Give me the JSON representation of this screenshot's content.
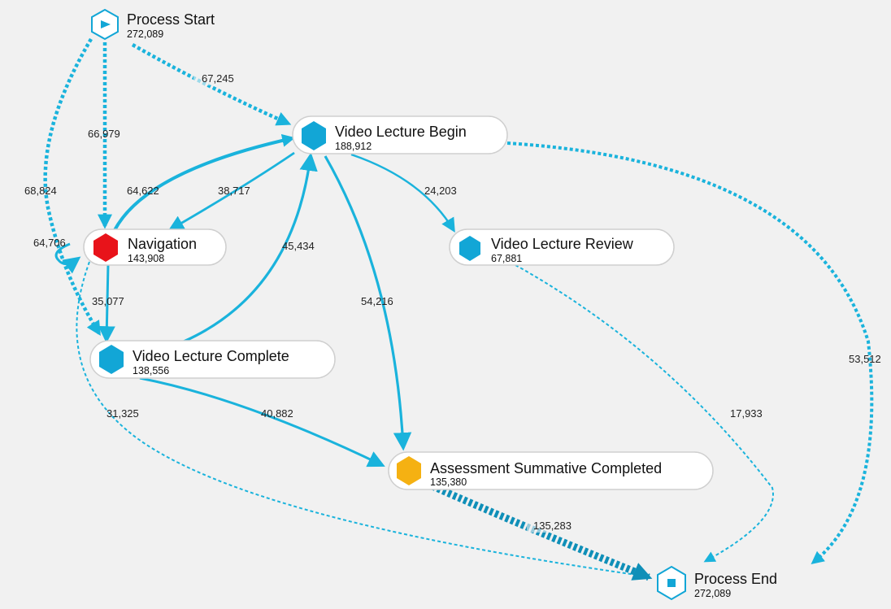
{
  "colors": {
    "edge": "#1ab3dc",
    "edge_dark": "#0f8fb8",
    "activity": "#12a6d6",
    "navigation": "#e8131a",
    "assessment": "#f5b112",
    "pill_fill": "#ffffff",
    "pill_stroke": "#cfcfcf",
    "background": "#f1f1f1"
  },
  "nodes": {
    "start": {
      "name": "Process Start",
      "count": "272,089",
      "icon": "play-hexagon-icon"
    },
    "vlb": {
      "name": "Video Lecture Begin",
      "count": "188,912",
      "icon": "blue-hexagon-icon"
    },
    "nav": {
      "name": "Navigation",
      "count": "143,908",
      "icon": "red-hexagon-icon"
    },
    "vlr": {
      "name": "Video Lecture Review",
      "count": "67,881",
      "icon": "blue-hexagon-icon"
    },
    "vlc": {
      "name": "Video Lecture Complete",
      "count": "138,556",
      "icon": "blue-hexagon-icon"
    },
    "asc": {
      "name": "Assessment Summative Completed",
      "count": "135,380",
      "icon": "orange-hexagon-icon"
    },
    "end": {
      "name": "Process End",
      "count": "272,089",
      "icon": "stop-hexagon-icon"
    }
  },
  "edges": [
    {
      "id": "start-vlb",
      "from": "Process Start",
      "to": "Video Lecture Begin",
      "label": "67,245",
      "style": "dashed"
    },
    {
      "id": "start-nav",
      "from": "Process Start",
      "to": "Navigation",
      "label": "66,979",
      "style": "dashed"
    },
    {
      "id": "start-vlc",
      "from": "Process Start",
      "to": "Video Lecture Complete",
      "label": "68,824",
      "style": "dashed"
    },
    {
      "id": "nav-vlb",
      "from": "Navigation",
      "to": "Video Lecture Begin",
      "label": "64,622",
      "style": "solid"
    },
    {
      "id": "vlb-nav",
      "from": "Video Lecture Begin",
      "to": "Navigation",
      "label": "38,717",
      "style": "solid"
    },
    {
      "id": "nav-loop",
      "from": "Navigation",
      "to": "Navigation",
      "label": "64,706",
      "style": "solid"
    },
    {
      "id": "nav-vlc",
      "from": "Navigation",
      "to": "Video Lecture Complete",
      "label": "35,077",
      "style": "solid"
    },
    {
      "id": "vlc-vlb",
      "from": "Video Lecture Complete",
      "to": "Video Lecture Begin",
      "label": "45,434",
      "style": "solid"
    },
    {
      "id": "vlb-vlr",
      "from": "Video Lecture Begin",
      "to": "Video Lecture Review",
      "label": "24,203",
      "style": "solid"
    },
    {
      "id": "vlb-asc",
      "from": "Video Lecture Begin",
      "to": "Assessment Summative Completed",
      "label": "54,216",
      "style": "solid"
    },
    {
      "id": "vlb-end",
      "from": "Video Lecture Begin",
      "to": "Process End",
      "label": "53,512",
      "style": "dashed"
    },
    {
      "id": "vlr-end",
      "from": "Video Lecture Review",
      "to": "Process End",
      "label": "17,933",
      "style": "dashed"
    },
    {
      "id": "nav-end",
      "from": "Navigation",
      "to": "Process End",
      "label": "31,325",
      "style": "dashed"
    },
    {
      "id": "vlc-asc",
      "from": "Video Lecture Complete",
      "to": "Assessment Summative Completed",
      "label": "40,882",
      "style": "solid"
    },
    {
      "id": "asc-end",
      "from": "Assessment Summative Completed",
      "to": "Process End",
      "label": "135,283",
      "style": "dashed"
    }
  ]
}
